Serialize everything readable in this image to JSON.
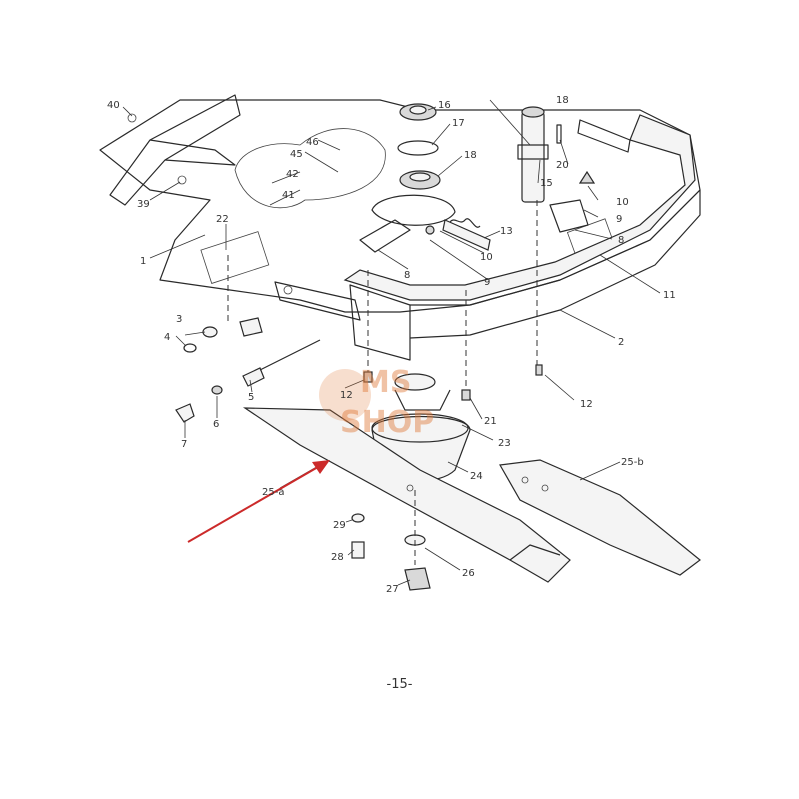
{
  "page": {
    "number": "-15-"
  },
  "watermark": {
    "text_top": "MS",
    "text_bottom": "SHOP",
    "color": "#e07a3a"
  },
  "arrow": {
    "color": "#cc2a2a"
  },
  "callouts": {
    "c1": "1",
    "c2": "2",
    "c3": "3",
    "c4": "4",
    "c5": "5",
    "c6": "6",
    "c7": "7",
    "c8a": "8",
    "c8b": "8",
    "c9a": "9",
    "c9b": "9",
    "c10a": "10",
    "c10b": "10",
    "c11": "11",
    "c12a": "12",
    "c12b": "12",
    "c13": "13",
    "c15": "15",
    "c16": "16",
    "c17": "17",
    "c18": "18",
    "c18b": "18",
    "c20": "20",
    "c21": "21",
    "c22": "22",
    "c23": "23",
    "c24": "24",
    "c25a": "25-a",
    "c25b": "25-b",
    "c26": "26",
    "c27": "27",
    "c28": "28",
    "c29": "29",
    "c39": "39",
    "c40": "40",
    "c41": "41",
    "c42": "42",
    "c45": "45",
    "c46": "46"
  }
}
